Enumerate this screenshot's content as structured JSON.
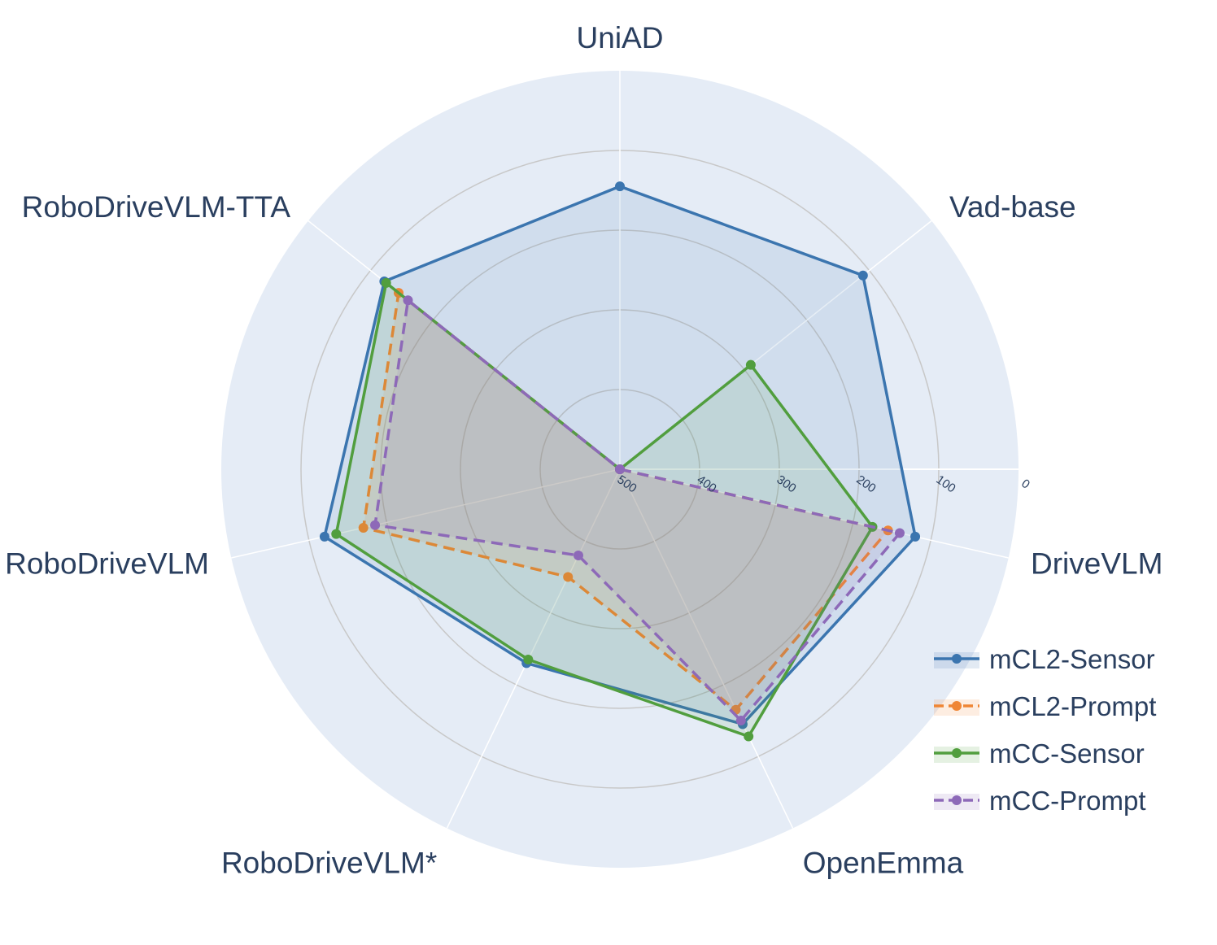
{
  "chart_data": {
    "type": "radar",
    "title": "",
    "categories": [
      "UniAD",
      "Vad-base",
      "DriveVLM",
      "OpenEmma",
      "RoboDriveVLM*",
      "RoboDriveVLM",
      "RoboDriveVLM-TTA"
    ],
    "radial_axis": {
      "range": [
        500,
        0
      ],
      "reversed": true,
      "ticks": [
        500,
        400,
        300,
        200,
        100,
        0
      ],
      "tick_labels": [
        "500",
        "400",
        "300",
        "200",
        "100",
        "0"
      ]
    },
    "grid": true,
    "legend_position": "bottom-right",
    "background_color": "#e5ecf6",
    "gridline_color": "#c8c8c8",
    "series": [
      {
        "name": "mCL2-Sensor",
        "color": "#3b75af",
        "dash": "solid",
        "fill_opacity": 0.12,
        "values": [
          145,
          110,
          120,
          145,
          230,
          120,
          122
        ]
      },
      {
        "name": "mCL2-Prompt",
        "color": "#ef8636",
        "dash": "dash",
        "fill_opacity": 0.12,
        "values": [
          500,
          500,
          155,
          165,
          350,
          170,
          145
        ]
      },
      {
        "name": "mCC-Sensor",
        "color": "#519e3e",
        "dash": "solid",
        "fill_opacity": 0.12,
        "values": [
          500,
          290,
          175,
          128,
          235,
          135,
          125
        ]
      },
      {
        "name": "mCC-Prompt",
        "color": "#8d69b8",
        "dash": "dash",
        "fill_opacity": 0.12,
        "values": [
          500,
          500,
          140,
          150,
          380,
          185,
          160
        ]
      }
    ]
  }
}
